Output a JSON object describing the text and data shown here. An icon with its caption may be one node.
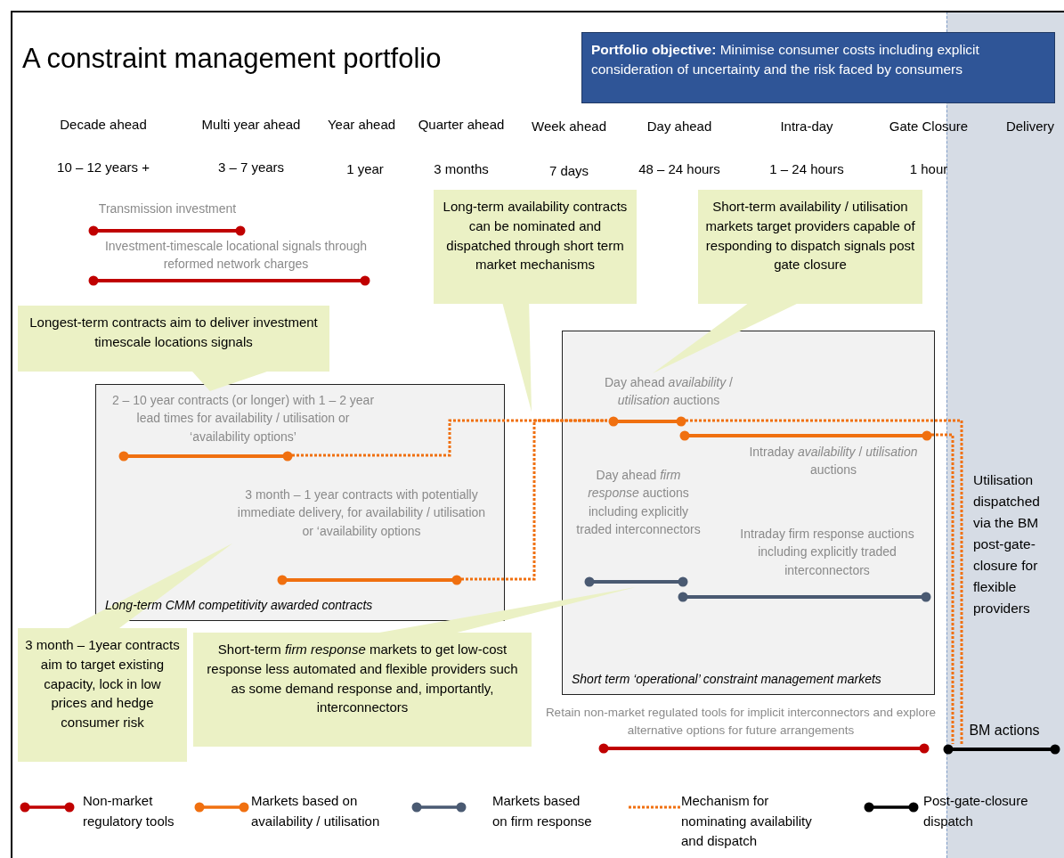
{
  "diagram": {
    "title": "A constraint management portfolio",
    "nodes": [
      {
        "text": [
          "**Portfolio objective:** Minimise consumer costs including explicit consideration of uncertainty and the risk faced by consumers"
        ]
      },
      {
        "text": [
          "Long-term availability contracts can be nominated and dispatched through short term market mechanisms"
        ]
      },
      {
        "text": [
          "Short-term availability / utilisation markets target providers capable of responding to dispatch signals post gate closure"
        ]
      },
      {
        "text": [
          "Longest-term contracts aim to deliver investment timescale locations signals"
        ]
      },
      {
        "text": [
          "Transmission investment"
        ]
      },
      {
        "text": [
          "Investment-timescale locational signals through reformed network charges"
        ]
      },
      {
        "text": [
          "Long-term CMM competitivity awarded contracts"
        ]
      },
      {
        "text": [
          "2 – 10 year contracts (or longer) with 1 – 2 year lead times for availability / utilisation or ‘availability options’"
        ],
        "in": 6
      },
      {
        "text": [
          "3 month – 1 year contracts with potentially immediate delivery, for availability / utilisation or ‘availability options"
        ],
        "in": 6
      },
      {
        "text": [
          "Short term ‘operational’ constraint management markets"
        ]
      },
      {
        "text": [
          "Day ahead *availability* / *utilisation* auctions"
        ],
        "in": 9
      },
      {
        "text": [
          "Intraday *availability* / *utilisation* auctions"
        ],
        "in": 9
      },
      {
        "text": [
          "Day ahead *firm response* auctions including explicitly traded interconnectors"
        ],
        "in": 9
      },
      {
        "text": [
          "Intraday firm response auctions including explicitly traded interconnectors"
        ],
        "in": 9
      },
      {
        "text": [
          "Retain non-market regulated tools for implicit interconnectors and explore alternative options for future arrangements"
        ]
      },
      {
        "text": [
          "BM actions"
        ]
      },
      {
        "text": [
          "3 month – 1year contracts aim to target existing capacity, lock in low prices and hedge consumer risk"
        ]
      },
      {
        "text": [
          "Short-term *firm response* markets to get low-cost response less automated and flexible providers such as some demand response and, importantly, interconnectors"
        ]
      }
    ],
    "edges": [
      {
        "from": 3,
        "to": 7,
        "arrow": "none"
      },
      {
        "from": 1,
        "to": null,
        "arrow": "to"
      },
      {
        "from": 2,
        "to": 10,
        "arrow": "none"
      },
      {
        "from": 16,
        "to": 8,
        "arrow": "none"
      },
      {
        "from": 17,
        "to": 12,
        "arrow": "none"
      },
      {
        "from": 7,
        "to": 10,
        "arrow": "none",
        "style": "dashed",
        "color": "#f07010"
      },
      {
        "from": 8,
        "to": 10,
        "arrow": "none",
        "style": "dashed",
        "color": "#f07010"
      },
      {
        "from": 10,
        "to": 15,
        "arrow": "none",
        "style": "dashed",
        "color": "#f07010"
      },
      {
        "from": 11,
        "to": 15,
        "arrow": "none",
        "style": "dashed",
        "color": "#f07010"
      }
    ],
    "labels": [
      "Decade ahead",
      "Multi year ahead",
      "Year ahead",
      "Quarter ahead",
      "Week ahead",
      "Day ahead",
      "Intra-day",
      "Gate Closure",
      "Delivery",
      "10 – 12 years +",
      "3 – 7 years",
      "1 year",
      "3 months",
      "7 days",
      "48 – 24 hours",
      "1 – 24 hours",
      "1 hour",
      "Utilisation dispatched via the BM post-gate-closure for flexible providers"
    ],
    "legend": [
      {
        "text": "Non-market regulatory tools"
      },
      {
        "text": "Markets based on availability / utilisation"
      },
      {
        "text": "Markets based on firm response"
      },
      {
        "text": "Mechanism for nominating availability and dispatch"
      },
      {
        "text": "Post-gate-closure dispatch"
      }
    ]
  }
}
